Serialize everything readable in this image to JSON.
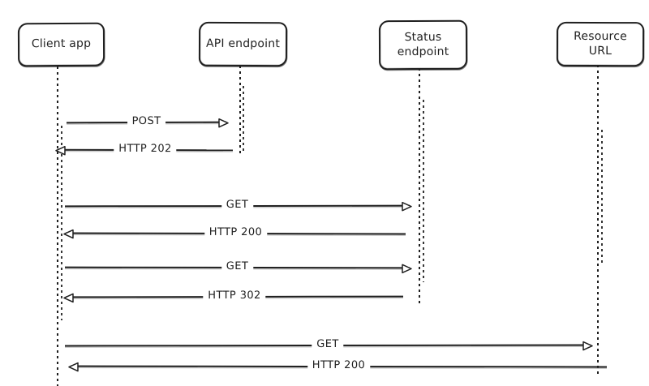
{
  "diagram": {
    "type": "sequence-diagram",
    "style": "hand-drawn",
    "actors": [
      {
        "id": "client-app",
        "label": "Client app"
      },
      {
        "id": "api-endpoint",
        "label": "API endpoint"
      },
      {
        "id": "status-endpoint",
        "label": "Status endpoint"
      },
      {
        "id": "resource-url",
        "label": "Resource URL"
      }
    ],
    "messages": [
      {
        "from": "Client app",
        "to": "API endpoint",
        "label": "POST",
        "direction": "right"
      },
      {
        "from": "API endpoint",
        "to": "Client app",
        "label": "HTTP 202",
        "direction": "left"
      },
      {
        "from": "Client app",
        "to": "Status endpoint",
        "label": "GET",
        "direction": "right"
      },
      {
        "from": "Status endpoint",
        "to": "Client app",
        "label": "HTTP 200",
        "direction": "left"
      },
      {
        "from": "Client app",
        "to": "Status endpoint",
        "label": "GET",
        "direction": "right"
      },
      {
        "from": "Status endpoint",
        "to": "Client app",
        "label": "HTTP 302",
        "direction": "left"
      },
      {
        "from": "Client app",
        "to": "Resource URL",
        "label": "GET",
        "direction": "right"
      },
      {
        "from": "Resource URL",
        "to": "Client app",
        "label": "HTTP 200",
        "direction": "left"
      }
    ]
  },
  "colors": {
    "stroke": "#1f1f1f",
    "background": "#ffffff",
    "shadow": "#8a8a8a"
  }
}
